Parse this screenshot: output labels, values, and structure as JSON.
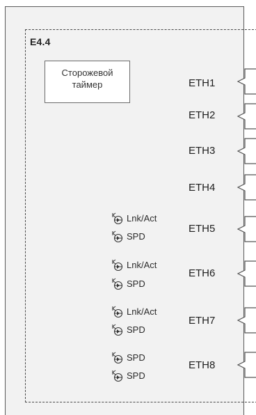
{
  "module": {
    "id": "E4.4",
    "watchdog_line1": "Сторожевой",
    "watchdog_line2": "таймер"
  },
  "ports": [
    {
      "label": "ETH1"
    },
    {
      "label": "ETH2"
    },
    {
      "label": "ETH3"
    },
    {
      "label": "ETH4"
    },
    {
      "label": "ETH5",
      "leds": [
        "Lnk/Act",
        "SPD"
      ]
    },
    {
      "label": "ETH6",
      "leds": [
        "Lnk/Act",
        "SPD"
      ]
    },
    {
      "label": "ETH7",
      "leds": [
        "Lnk/Act",
        "SPD"
      ]
    },
    {
      "label": "ETH8",
      "leds": [
        "SPD",
        "SPD"
      ]
    }
  ],
  "colors": {
    "panel": "#f2f2f2",
    "border": "#5a5a5a",
    "text": "#1e1e1e"
  }
}
